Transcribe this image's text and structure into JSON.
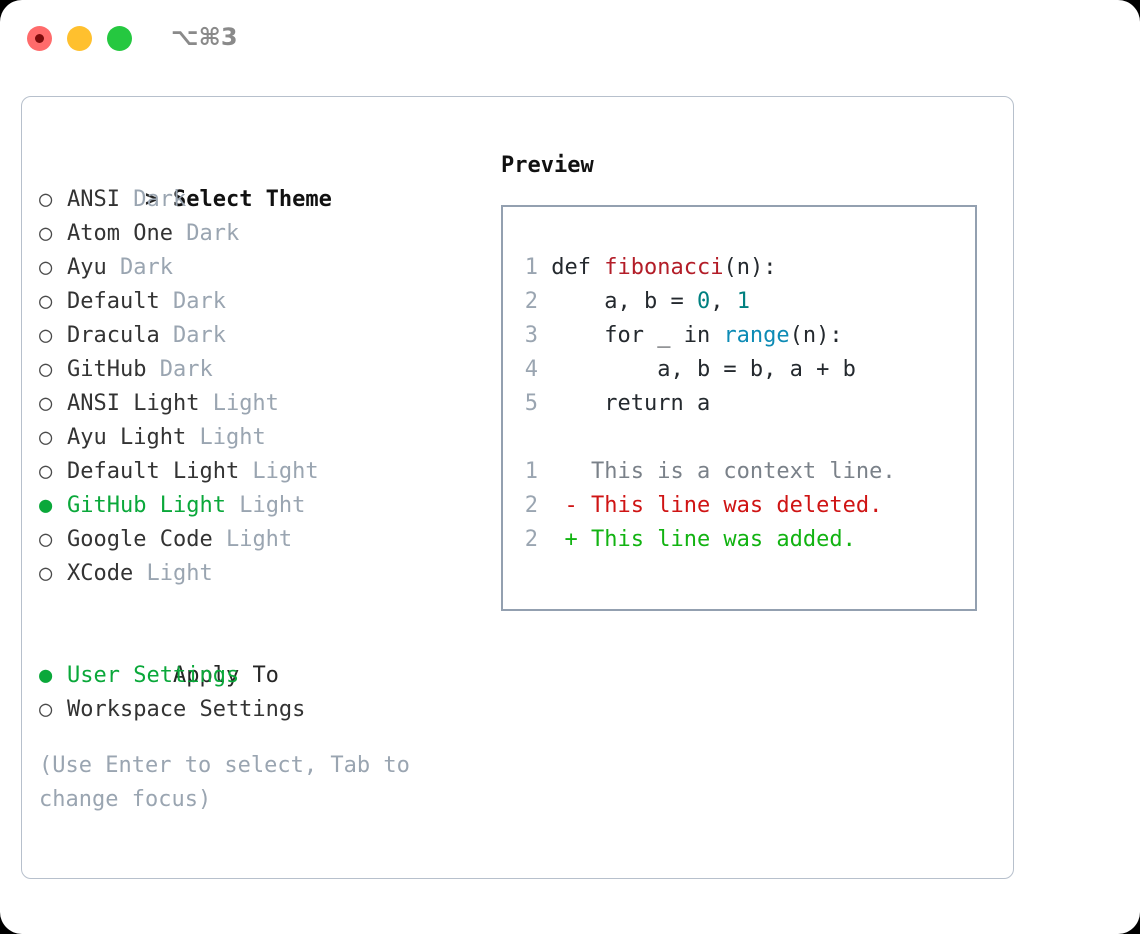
{
  "titlebar": {
    "shortcut": "⌥⌘3",
    "buttons": [
      "close",
      "minimize",
      "maximize"
    ]
  },
  "colors": {
    "selection_green": "#0aa83a",
    "muted": "#9aa5b1",
    "panel_border": "#b7c0cc",
    "preview_border": "#93a0b0",
    "fn_red": "#b31d28",
    "number_teal": "#008080",
    "call_blue": "#0d8bb5",
    "diff_add": "#12b312",
    "diff_del": "#cf1414",
    "dot_close": "#ff6b6b",
    "dot_min": "#ffc02e",
    "dot_max": "#25c840"
  },
  "left": {
    "header_marker": ">",
    "header_label": "Select Theme",
    "radio_off": "○",
    "radio_on": "●",
    "themes": [
      {
        "name": "ANSI",
        "tag": "Dark",
        "selected": false
      },
      {
        "name": "Atom One",
        "tag": "Dark",
        "selected": false
      },
      {
        "name": "Ayu",
        "tag": "Dark",
        "selected": false
      },
      {
        "name": "Default",
        "tag": "Dark",
        "selected": false
      },
      {
        "name": "Dracula",
        "tag": "Dark",
        "selected": false
      },
      {
        "name": "GitHub",
        "tag": "Dark",
        "selected": false
      },
      {
        "name": "ANSI Light",
        "tag": "Light",
        "selected": false
      },
      {
        "name": "Ayu Light",
        "tag": "Light",
        "selected": false
      },
      {
        "name": "Default Light",
        "tag": "Light",
        "selected": false
      },
      {
        "name": "GitHub Light",
        "tag": "Light",
        "selected": true
      },
      {
        "name": "Google Code",
        "tag": "Light",
        "selected": false
      },
      {
        "name": "XCode",
        "tag": "Light",
        "selected": false
      }
    ],
    "apply_to": {
      "label": "Apply To",
      "options": [
        {
          "name": "User Settings",
          "selected": true
        },
        {
          "name": "Workspace Settings",
          "selected": false
        }
      ]
    },
    "hint": "(Use Enter to select, Tab to change focus)"
  },
  "right": {
    "title": "Preview",
    "code": [
      {
        "num": "1",
        "parts": [
          {
            "t": "def ",
            "c": "plain"
          },
          {
            "t": "fibonacci",
            "c": "fn"
          },
          {
            "t": "(n):",
            "c": "plain"
          }
        ]
      },
      {
        "num": "2",
        "parts": [
          {
            "t": "    a, b = ",
            "c": "plain"
          },
          {
            "t": "0",
            "c": "num"
          },
          {
            "t": ", ",
            "c": "plain"
          },
          {
            "t": "1",
            "c": "num"
          }
        ]
      },
      {
        "num": "3",
        "parts": [
          {
            "t": "    for _ in ",
            "c": "plain"
          },
          {
            "t": "range",
            "c": "call"
          },
          {
            "t": "(n):",
            "c": "plain"
          }
        ]
      },
      {
        "num": "4",
        "parts": [
          {
            "t": "        a, b = b, a + b",
            "c": "plain"
          }
        ]
      },
      {
        "num": "5",
        "parts": [
          {
            "t": "    return a",
            "c": "plain"
          }
        ]
      }
    ],
    "diff": [
      {
        "num": "1",
        "sign": " ",
        "text": "This is a context line.",
        "kind": "ctx"
      },
      {
        "num": "2",
        "sign": "-",
        "text": "This line was deleted.",
        "kind": "del"
      },
      {
        "num": "2",
        "sign": "+",
        "text": "This line was added.",
        "kind": "add"
      }
    ]
  }
}
